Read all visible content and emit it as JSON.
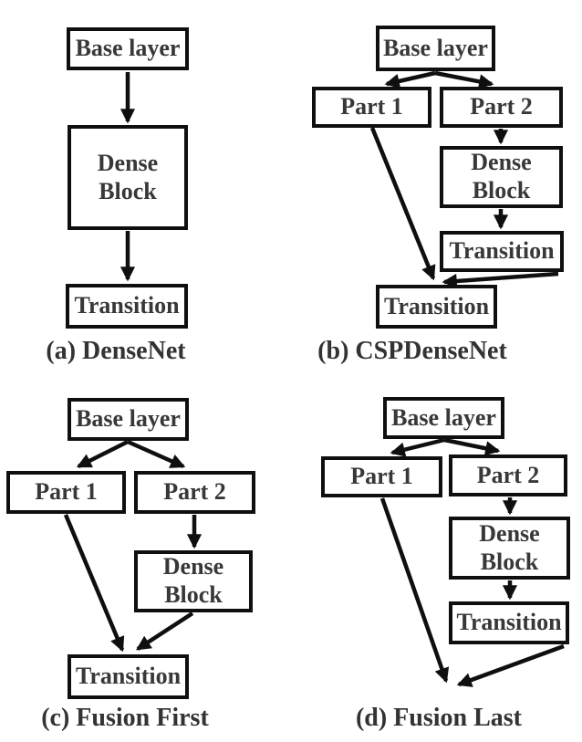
{
  "figure": {
    "background_color": "#ffffff",
    "line_color": "#0f0f0f",
    "text_color": "#383838",
    "panels": [
      {
        "id": "a",
        "caption": "(a) DenseNet",
        "nodes": {
          "base": "Base layer",
          "dense": "Dense\nBlock",
          "transition": "Transition"
        },
        "edges": [
          [
            "base",
            "dense"
          ],
          [
            "dense",
            "transition"
          ]
        ]
      },
      {
        "id": "b",
        "caption": "(b) CSPDenseNet",
        "nodes": {
          "base": "Base layer",
          "part1": "Part 1",
          "part2": "Part 2",
          "dense": "Dense\nBlock",
          "transition1": "Transition",
          "transition2": "Transition"
        },
        "edges": [
          [
            "base",
            "part1"
          ],
          [
            "base",
            "part2"
          ],
          [
            "part2",
            "dense"
          ],
          [
            "dense",
            "transition1"
          ],
          [
            "part1",
            "transition2"
          ],
          [
            "transition1",
            "transition2"
          ]
        ]
      },
      {
        "id": "c",
        "caption": "(c) Fusion First",
        "nodes": {
          "base": "Base layer",
          "part1": "Part 1",
          "part2": "Part 2",
          "dense": "Dense\nBlock",
          "transition": "Transition"
        },
        "edges": [
          [
            "base",
            "part1"
          ],
          [
            "base",
            "part2"
          ],
          [
            "part2",
            "dense"
          ],
          [
            "part1",
            "transition"
          ],
          [
            "dense",
            "transition"
          ]
        ]
      },
      {
        "id": "d",
        "caption": "(d) Fusion Last",
        "nodes": {
          "base": "Base layer",
          "part1": "Part 1",
          "part2": "Part 2",
          "dense": "Dense\nBlock",
          "transition": "Transition"
        },
        "edges": [
          [
            "base",
            "part1"
          ],
          [
            "base",
            "part2"
          ],
          [
            "part2",
            "dense"
          ],
          [
            "dense",
            "transition"
          ],
          [
            "part1",
            "output"
          ],
          [
            "transition",
            "output"
          ]
        ]
      }
    ]
  }
}
